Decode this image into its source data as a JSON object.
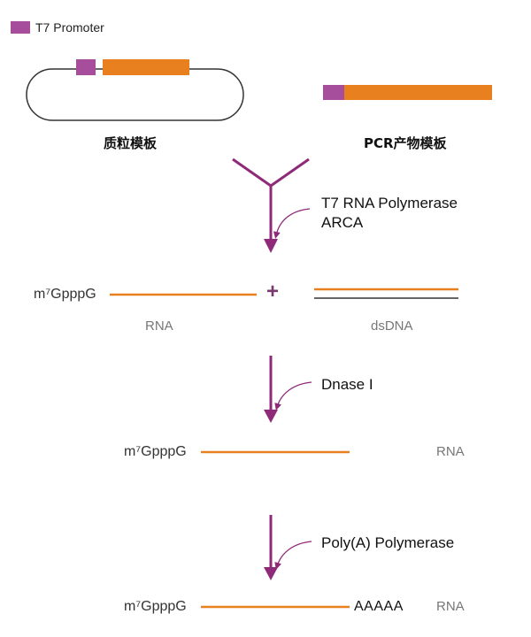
{
  "legend": {
    "label": "T7 Promoter"
  },
  "templates": {
    "plasmid_label": "质粒模板",
    "pcr_label": "PCR产物模板"
  },
  "steps": [
    {
      "enzyme_lines": [
        "T7 RNA Polymerase",
        "ARCA"
      ]
    },
    {
      "enzyme_lines": [
        "Dnase I"
      ]
    },
    {
      "enzyme_lines": [
        "Poly(A) Polymerase"
      ]
    }
  ],
  "row1": {
    "cap": "m⁷GpppG",
    "rna_label": "RNA",
    "plus": "+",
    "dsdna_label": "dsDNA"
  },
  "row2": {
    "cap": "m⁷GpppG",
    "rna_label": "RNA"
  },
  "row3": {
    "cap": "m⁷GpppG",
    "tail": "AAAAA",
    "rna_label": "RNA"
  },
  "colors": {
    "promoter": "#a64d9c",
    "dna": "#e8801f",
    "arrow": "#8e2a78",
    "line_dark": "#333333"
  }
}
